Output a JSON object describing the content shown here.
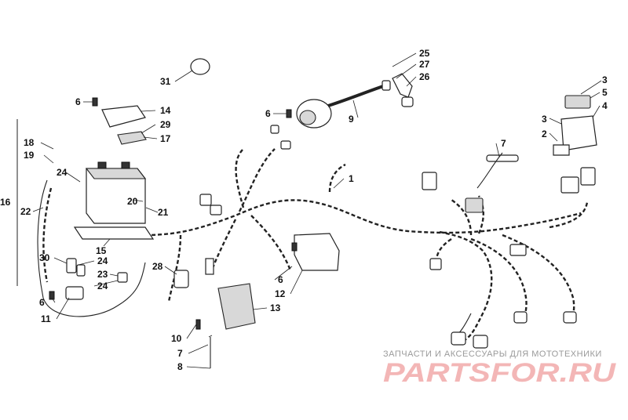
{
  "callouts": [
    {
      "id": "c1",
      "text": "1"
    },
    {
      "id": "c2",
      "text": "2"
    },
    {
      "id": "c3a",
      "text": "3"
    },
    {
      "id": "c3b",
      "text": "3"
    },
    {
      "id": "c4",
      "text": "4"
    },
    {
      "id": "c5",
      "text": "5"
    },
    {
      "id": "c6a",
      "text": "6"
    },
    {
      "id": "c6b",
      "text": "6"
    },
    {
      "id": "c6c",
      "text": "6"
    },
    {
      "id": "c6d",
      "text": "6"
    },
    {
      "id": "c7a",
      "text": "7"
    },
    {
      "id": "c7b",
      "text": "7"
    },
    {
      "id": "c8",
      "text": "8"
    },
    {
      "id": "c9",
      "text": "9"
    },
    {
      "id": "c10",
      "text": "10"
    },
    {
      "id": "c11",
      "text": "11"
    },
    {
      "id": "c12",
      "text": "12"
    },
    {
      "id": "c13",
      "text": "13"
    },
    {
      "id": "c14",
      "text": "14"
    },
    {
      "id": "c15",
      "text": "15"
    },
    {
      "id": "c16",
      "text": "16"
    },
    {
      "id": "c17",
      "text": "17"
    },
    {
      "id": "c18",
      "text": "18"
    },
    {
      "id": "c19",
      "text": "19"
    },
    {
      "id": "c20",
      "text": "20"
    },
    {
      "id": "c21",
      "text": "21"
    },
    {
      "id": "c22",
      "text": "22"
    },
    {
      "id": "c23",
      "text": "23"
    },
    {
      "id": "c24a",
      "text": "24"
    },
    {
      "id": "c24b",
      "text": "24"
    },
    {
      "id": "c24c",
      "text": "24"
    },
    {
      "id": "c25",
      "text": "25"
    },
    {
      "id": "c26",
      "text": "26"
    },
    {
      "id": "c27",
      "text": "27"
    },
    {
      "id": "c28",
      "text": "28"
    },
    {
      "id": "c29",
      "text": "29"
    },
    {
      "id": "c30",
      "text": "30"
    },
    {
      "id": "c31",
      "text": "31"
    }
  ],
  "watermark": {
    "subtitle": "ЗАПЧАСТИ И АКСЕССУАРЫ ДЛЯ МОТОТЕХНИКИ",
    "logo": "PARTSFOR.RU"
  }
}
